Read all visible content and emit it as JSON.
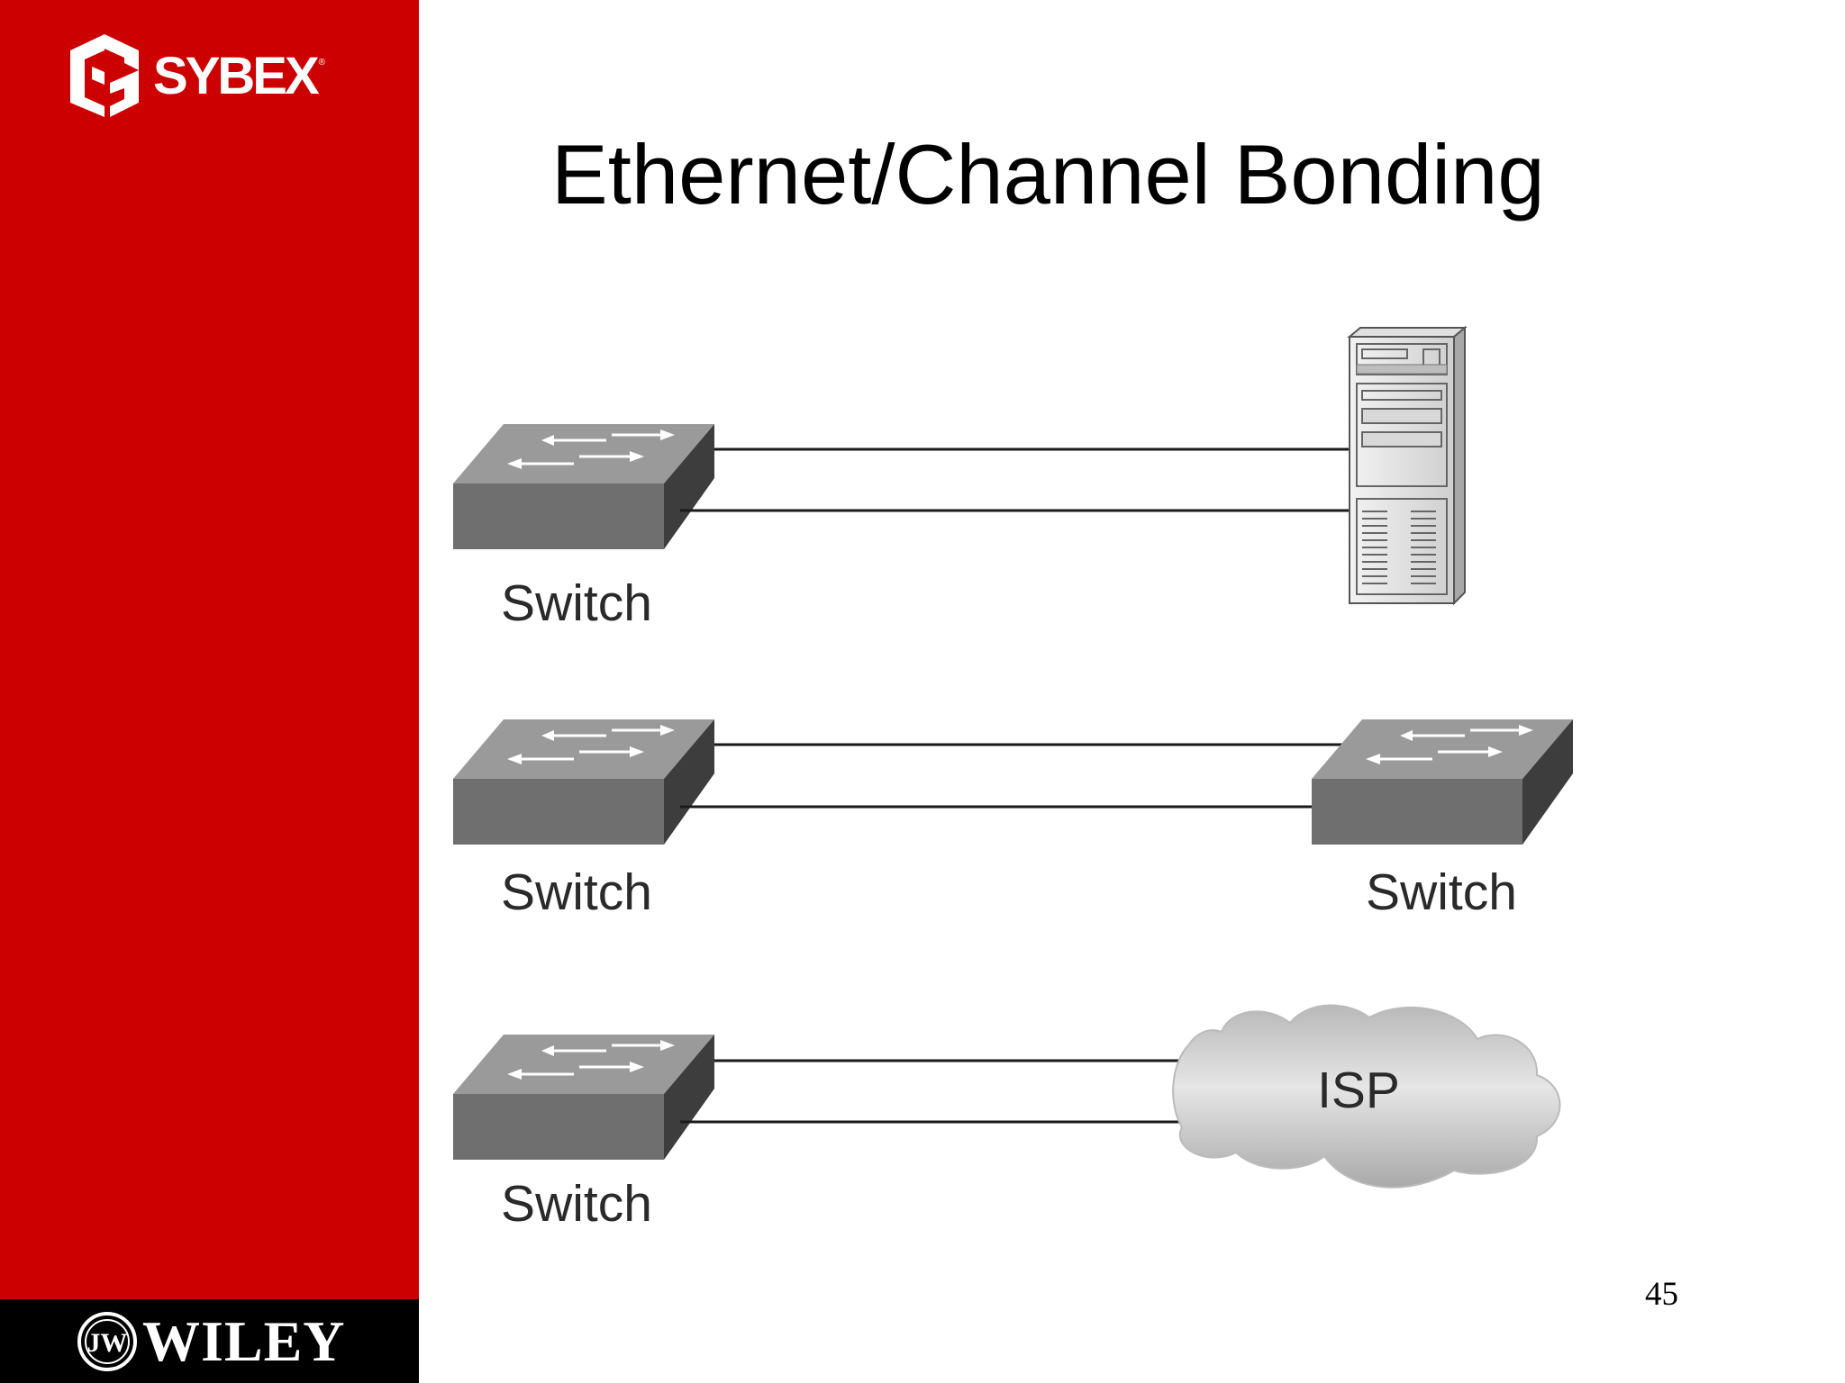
{
  "slide": {
    "title": "Ethernet/Channel Bonding",
    "page_number": "45"
  },
  "branding": {
    "publisher_logo": "SYBEX",
    "publisher_logo_icon": "sybex-box-icon",
    "parent_logo": "WILEY",
    "parent_logo_icon": "wiley-seal-icon",
    "sidebar_color": "#cc0000",
    "footer_color": "#000000"
  },
  "diagram": {
    "rows": [
      {
        "left": {
          "type": "switch",
          "label": "Switch",
          "icon": "switch-icon"
        },
        "links": 2,
        "right": {
          "type": "server",
          "label": "",
          "icon": "server-tower-icon"
        }
      },
      {
        "left": {
          "type": "switch",
          "label": "Switch",
          "icon": "switch-icon"
        },
        "links": 2,
        "right": {
          "type": "switch",
          "label": "Switch",
          "icon": "switch-icon"
        }
      },
      {
        "left": {
          "type": "switch",
          "label": "Switch",
          "icon": "switch-icon"
        },
        "links": 2,
        "right": {
          "type": "cloud",
          "label": "ISP",
          "icon": "cloud-icon"
        }
      }
    ]
  }
}
